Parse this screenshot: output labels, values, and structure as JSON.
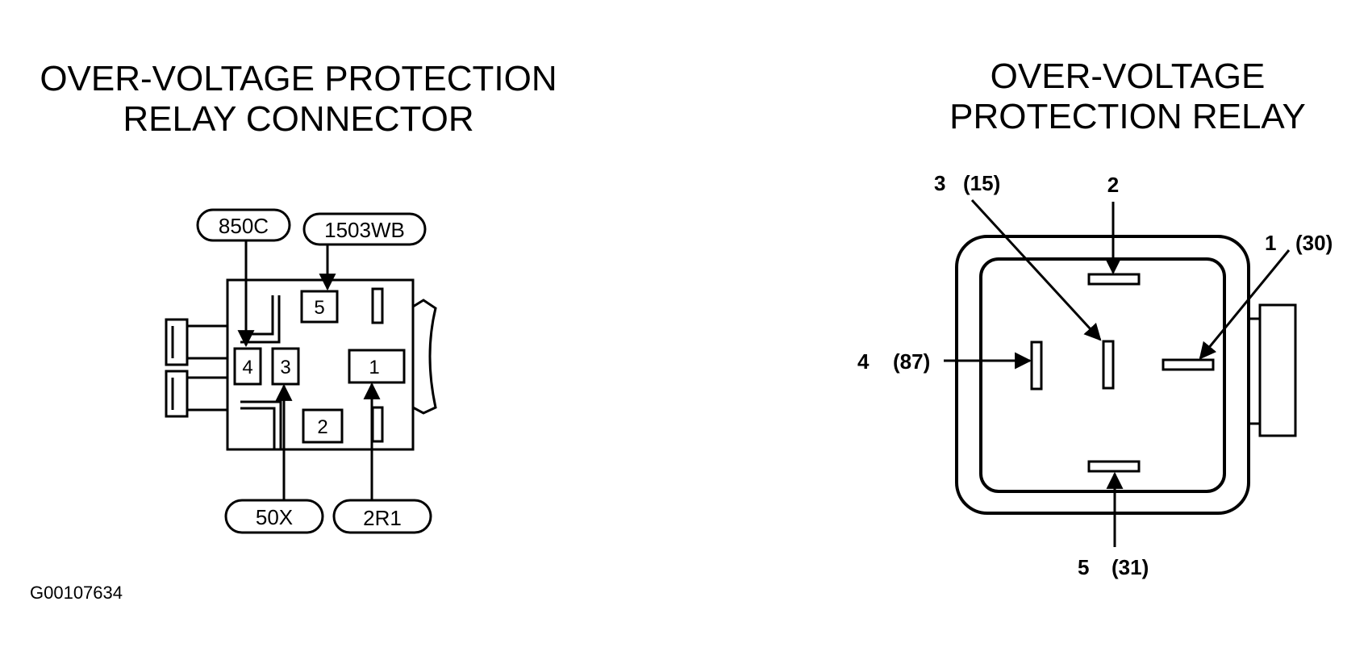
{
  "left_title": {
    "line1": "OVER-VOLTAGE PROTECTION",
    "line2": "RELAY CONNECTOR"
  },
  "right_title": {
    "line1": "OVER-VOLTAGE",
    "line2": "PROTECTION RELAY"
  },
  "figure_id": "G00107634",
  "connector": {
    "wire_labels": {
      "top_left": "850C",
      "top_right": "1503WB",
      "bottom_left": "50X",
      "bottom_right": "2R1"
    },
    "cavities": [
      "1",
      "2",
      "3",
      "4",
      "5"
    ]
  },
  "relay": {
    "terminals": {
      "t1": {
        "pin": "1",
        "label": "(30)"
      },
      "t2": {
        "pin": "2"
      },
      "t3": {
        "pin": "3",
        "label": "(15)"
      },
      "t4": {
        "pin": "4",
        "label": "(87)"
      },
      "t5": {
        "pin": "5",
        "label": "(31)"
      }
    }
  }
}
